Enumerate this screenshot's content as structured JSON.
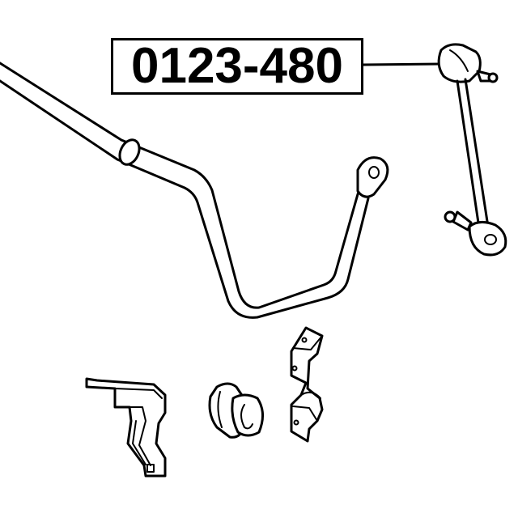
{
  "part_number": "0123-480",
  "parts": [
    "stabilizer-bar",
    "stabilizer-link",
    "bushing-bracket-left",
    "stabilizer-bushing",
    "bushing-bracket-right"
  ]
}
